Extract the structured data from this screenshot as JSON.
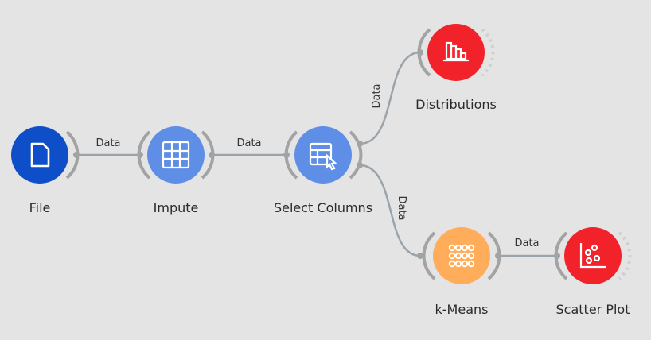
{
  "nodes": {
    "file": {
      "label": "File",
      "color": "#0f4ec9",
      "icon": "file-icon"
    },
    "impute": {
      "label": "Impute",
      "color": "#5f8ee6",
      "icon": "grid-table-icon"
    },
    "select_columns": {
      "label": "Select Columns",
      "color": "#5f8ee6",
      "icon": "select-columns-icon"
    },
    "distributions": {
      "label": "Distributions",
      "color": "#f2222a",
      "icon": "bar-chart-icon"
    },
    "kmeans": {
      "label": "k-Means",
      "color": "#ffad5b",
      "icon": "kmeans-dots-icon"
    },
    "scatter_plot": {
      "label": "Scatter Plot",
      "color": "#f2222a",
      "icon": "scatter-plot-icon"
    }
  },
  "links": {
    "file_impute": "Data",
    "impute_select": "Data",
    "select_distributions": "Data",
    "select_kmeans": "Data",
    "kmeans_scatter": "Data"
  },
  "colors": {
    "background": "#e4e4e4",
    "link": "#9aa4aa",
    "arc": "#a3a3a3"
  }
}
